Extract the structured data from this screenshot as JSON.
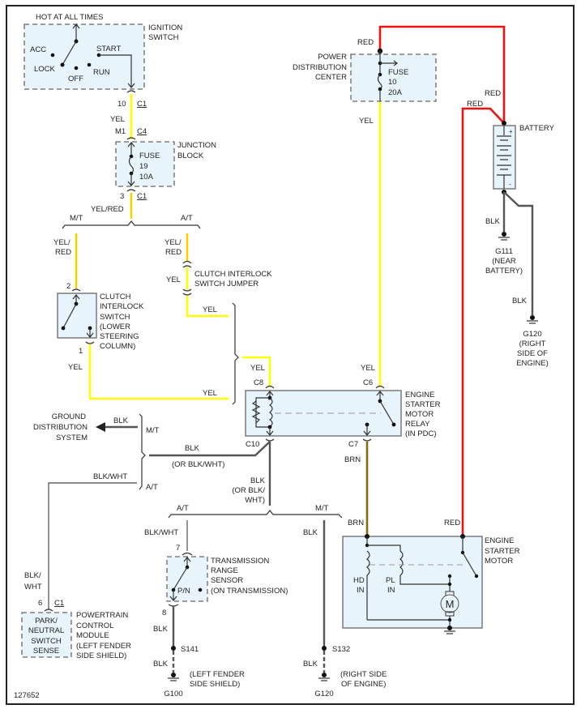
{
  "diagram_id": "127652",
  "colors": {
    "yel": "#ffff00",
    "red": "#ee1111",
    "blk": "#555555",
    "brn": "#8b6914",
    "yel_red_stripe": "#ff8c00",
    "box_fill": "#e8f4fc"
  },
  "ignition": {
    "hot_label": "HOT AT ALL TIMES",
    "title1": "IGNITION",
    "title2": "SWITCH",
    "acc": "ACC",
    "lock": "LOCK",
    "off": "OFF",
    "start": "START",
    "run": "RUN",
    "pin": "10",
    "conn": "C1"
  },
  "wire1": {
    "color": "YEL"
  },
  "junction": {
    "pin": "M1",
    "conn": "C4",
    "title1": "JUNCTION",
    "title2": "BLOCK",
    "fuse": "FUSE",
    "num": "19",
    "amp": "10A",
    "pin_out": "3",
    "conn_out": "C1"
  },
  "split1": {
    "color": "YEL/RED",
    "mt": "M/T",
    "at": "A/T"
  },
  "clutch": {
    "wire_a": "YEL/",
    "wire_b": "RED",
    "pin_top": "2",
    "t1": "CLUTCH",
    "t2": "INTERLOCK",
    "t3": "SWITCH",
    "t4": "(LOWER",
    "t5": "STEERING",
    "t6": "COLUMN)",
    "pin_bot": "1",
    "out": "YEL",
    "out2": "YEL"
  },
  "jumper": {
    "wire_a": "YEL/",
    "wire_b": "RED",
    "mid": "YEL",
    "t1": "CLUTCH INTERLOCK",
    "t2": "SWITCH JUMPER",
    "out": "YEL"
  },
  "pdc": {
    "red": "RED",
    "t1": "POWER",
    "t2": "DISTRIBUTION",
    "t3": "CENTER",
    "fuse": "FUSE",
    "num": "10",
    "amp": "20A",
    "out": "YEL"
  },
  "battery": {
    "red1": "RED",
    "red2": "RED",
    "title": "BATTERY",
    "plus": "+",
    "minus": "-",
    "blk1": "BLK",
    "g111": "G111",
    "g111a": "(NEAR",
    "g111b": "BATTERY)",
    "blk2": "BLK",
    "g120": "G120",
    "g120a": "(RIGHT",
    "g120b": "SIDE OF",
    "g120c": "ENGINE)"
  },
  "relay": {
    "in_left": "YEL",
    "c8": "C8",
    "in_right": "YEL",
    "c6": "C6",
    "t1": "ENGINE",
    "t2": "STARTER",
    "t3": "MOTOR",
    "t4": "RELAY",
    "t5": "(IN PDC)",
    "c10": "C10",
    "c7": "C7",
    "brn": "BRN"
  },
  "ground_dist": {
    "t1": "GROUND",
    "t2": "DISTRIBUTION",
    "t3": "SYSTEM",
    "blk": "BLK",
    "mt": "M/T",
    "at": "A/T",
    "blk_main": "BLK",
    "or_blkwht": "(OR BLK/WHT)",
    "blkwht": "BLK/WHT"
  },
  "split2": {
    "blk1": "BLK",
    "blk2": "(OR BLK/",
    "blk3": "WHT)",
    "at": "A/T",
    "mt": "M/T"
  },
  "trs": {
    "wire": "BLK/WHT",
    "pin_top": "7",
    "t1": "TRANSMISSION",
    "t2": "RANGE",
    "t3": "SENSOR",
    "t4": "(ON TRANSMISSION)",
    "pn": "P/N",
    "pin_bot": "8",
    "blk": "BLK",
    "s141": "S141",
    "blk2": "BLK",
    "g100": "G100",
    "loc1": "(LEFT FENDER",
    "loc2": "SIDE SHIELD)"
  },
  "pcm": {
    "wire_a": "BLK/",
    "wire_b": "WHT",
    "pin": "6",
    "conn": "C1",
    "b1": "PARK/",
    "b2": "NEUTRAL",
    "b3": "SWITCH",
    "b4": "SENSE",
    "t1": "POWERTRAIN",
    "t2": "CONTROL",
    "t3": "MODULE",
    "t4": "(LEFT FENDER",
    "t5": "SIDE SHIELD)"
  },
  "mt_ground": {
    "blk": "BLK",
    "s132": "S132",
    "blk2": "BLK",
    "g120": "G120",
    "loc1": "(RIGHT SIDE",
    "loc2": "OF ENGINE)"
  },
  "starter": {
    "brn": "BRN",
    "red": "RED",
    "t1": "ENGINE",
    "t2": "STARTER",
    "t3": "MOTOR",
    "hd1": "HD",
    "hd2": "IN",
    "pl1": "PL",
    "pl2": "IN",
    "m": "M"
  }
}
